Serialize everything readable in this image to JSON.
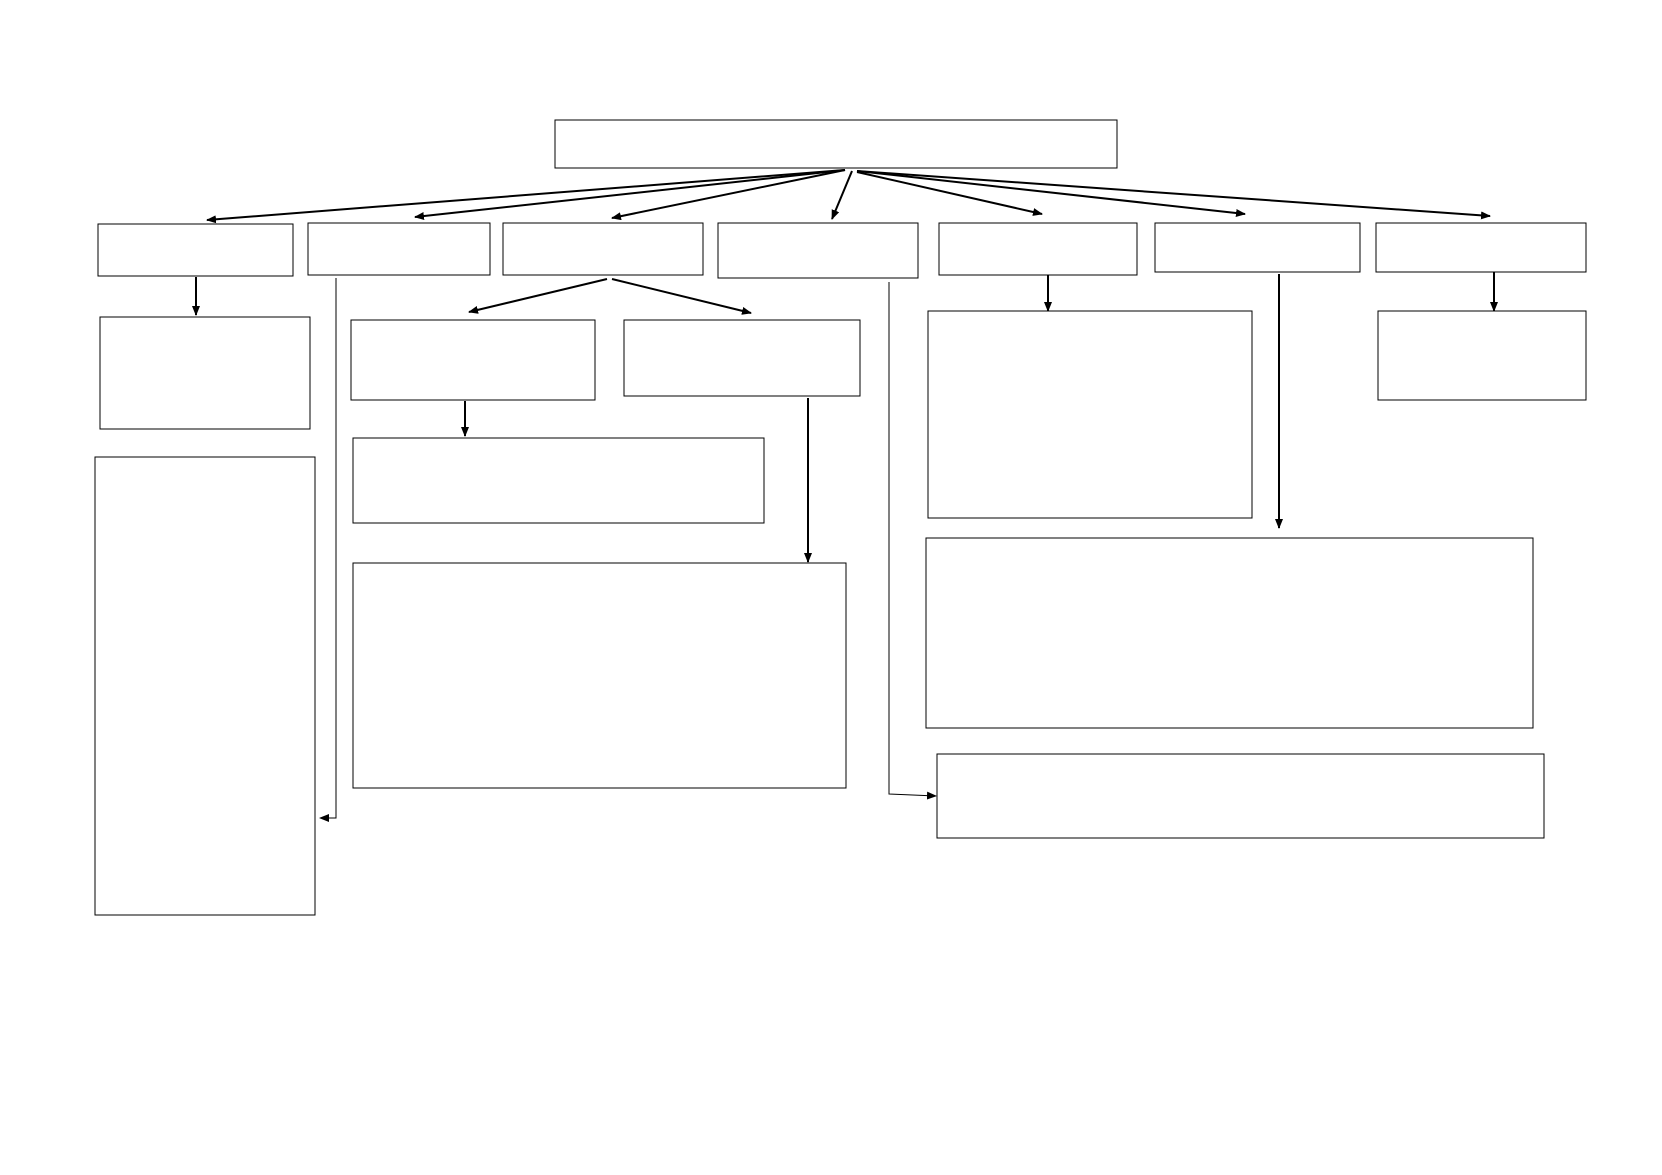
{
  "diagram": {
    "colors": {
      "stroke": "#000000",
      "background": "#ffffff"
    },
    "nodes": [
      {
        "id": "root",
        "label": ""
      },
      {
        "id": "cat-1",
        "label": ""
      },
      {
        "id": "cat-2",
        "label": ""
      },
      {
        "id": "cat-3",
        "label": ""
      },
      {
        "id": "cat-4",
        "label": ""
      },
      {
        "id": "cat-5",
        "label": ""
      },
      {
        "id": "cat-6",
        "label": ""
      },
      {
        "id": "cat-7",
        "label": ""
      },
      {
        "id": "cat-1-detail",
        "label": ""
      },
      {
        "id": "cat-1-list",
        "label": ""
      },
      {
        "id": "cat-3-left",
        "label": ""
      },
      {
        "id": "cat-3-right",
        "label": ""
      },
      {
        "id": "cat-3-left-detail",
        "label": ""
      },
      {
        "id": "cat-3-right-detail",
        "label": ""
      },
      {
        "id": "cat-5-detail",
        "label": ""
      },
      {
        "id": "cat-6-detail",
        "label": ""
      },
      {
        "id": "cat-4-detail",
        "label": ""
      },
      {
        "id": "cat-7-detail",
        "label": ""
      }
    ],
    "edges": [
      {
        "from": "root",
        "to": "cat-1"
      },
      {
        "from": "root",
        "to": "cat-2"
      },
      {
        "from": "root",
        "to": "cat-3"
      },
      {
        "from": "root",
        "to": "cat-4"
      },
      {
        "from": "root",
        "to": "cat-5"
      },
      {
        "from": "root",
        "to": "cat-6"
      },
      {
        "from": "root",
        "to": "cat-7"
      },
      {
        "from": "cat-1",
        "to": "cat-1-detail"
      },
      {
        "from": "cat-2",
        "to": "cat-1-list"
      },
      {
        "from": "cat-3",
        "to": "cat-3-left"
      },
      {
        "from": "cat-3",
        "to": "cat-3-right"
      },
      {
        "from": "cat-3-left",
        "to": "cat-3-left-detail"
      },
      {
        "from": "cat-3-right",
        "to": "cat-3-right-detail"
      },
      {
        "from": "cat-4",
        "to": "cat-4-detail"
      },
      {
        "from": "cat-5",
        "to": "cat-5-detail"
      },
      {
        "from": "cat-6",
        "to": "cat-6-detail"
      },
      {
        "from": "cat-7",
        "to": "cat-7-detail"
      }
    ]
  }
}
